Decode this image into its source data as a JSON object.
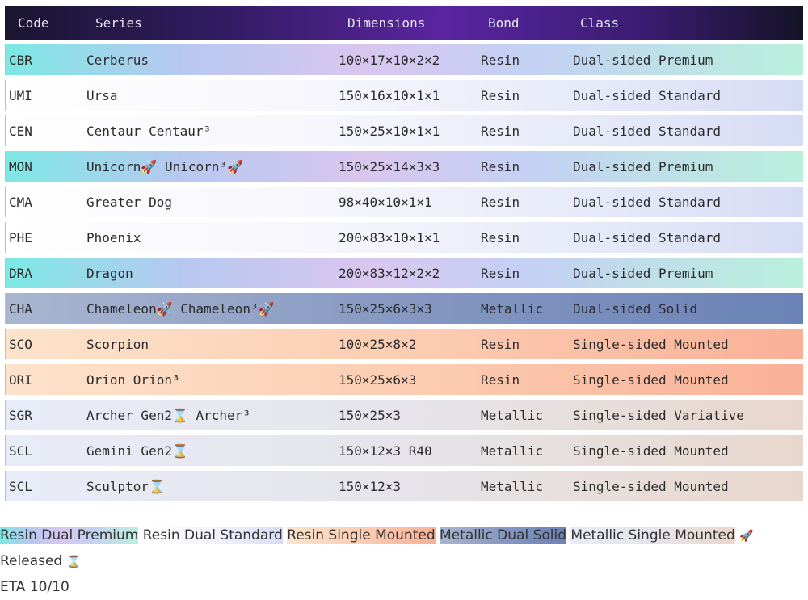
{
  "header": [
    "Code",
    "Series",
    "Dimensions",
    "Bond",
    "Class"
  ],
  "rows": [
    {
      "code": "CBR",
      "series": "Cerberus",
      "dims": "100×17×10×2×2",
      "bond": "Resin",
      "cls": "Dual-sided Premium",
      "style": "rdp"
    },
    {
      "code": "UMI",
      "series": "Ursa",
      "dims": "150×16×10×1×1",
      "bond": "Resin",
      "cls": "Dual-sided Standard",
      "style": "rds"
    },
    {
      "code": "CEN",
      "series": "Centaur Centaur³",
      "dims": "150×25×10×1×1",
      "bond": "Resin",
      "cls": "Dual-sided Standard",
      "style": "rds"
    },
    {
      "code": "MON",
      "series": "Unicorn🚀 Unicorn³🚀",
      "dims": "150×25×14×3×3",
      "bond": "Resin",
      "cls": "Dual-sided Premium",
      "style": "rdp"
    },
    {
      "code": "CMA",
      "series": "Greater Dog",
      "dims": "98×40×10×1×1",
      "bond": "Resin",
      "cls": "Dual-sided Standard",
      "style": "rds"
    },
    {
      "code": "PHE",
      "series": "Phoenix",
      "dims": "200×83×10×1×1",
      "bond": "Resin",
      "cls": "Dual-sided Standard",
      "style": "rds"
    },
    {
      "code": "DRA",
      "series": "Dragon",
      "dims": "200×83×12×2×2",
      "bond": "Resin",
      "cls": "Dual-sided Premium",
      "style": "rdp"
    },
    {
      "code": "CHA",
      "series": "Chameleon🚀 Chameleon³🚀",
      "dims": "150×25×6×3×3",
      "bond": "Metallic",
      "cls": "Dual-sided Solid",
      "style": "mds"
    },
    {
      "code": "SCO",
      "series": "Scorpion",
      "dims": "100×25×8×2",
      "bond": "Resin",
      "cls": "Single-sided Mounted",
      "style": "rsm"
    },
    {
      "code": "ORI",
      "series": "Orion Orion³",
      "dims": "150×25×6×3",
      "bond": "Resin",
      "cls": "Single-sided Mounted",
      "style": "rsm"
    },
    {
      "code": "SGR",
      "series": "Archer Gen2⌛ Archer³",
      "dims": "150×25×3",
      "bond": "Metallic",
      "cls": "Single-sided Variative",
      "style": "msm"
    },
    {
      "code": "SCL",
      "series": "Gemini Gen2⌛",
      "dims": "150×12×3 R40",
      "bond": "Metallic",
      "cls": "Single-sided Mounted",
      "style": "msm"
    },
    {
      "code": "SCL",
      "series": "Sculptor⌛",
      "dims": "150×12×3",
      "bond": "Metallic",
      "cls": "Single-sided Mounted",
      "style": "msm"
    }
  ],
  "legend": {
    "rdp": "Resin Dual Premium",
    "rds": "Resin Dual Standard",
    "rsm": "Resin Single Mounted",
    "mds": "Metallic Dual Solid",
    "msm": "Metallic Single Mounted",
    "released": "Released",
    "eta": "ETA 10/10",
    "rocket_icon": "🚀",
    "hourglass_icon": "⌛"
  }
}
